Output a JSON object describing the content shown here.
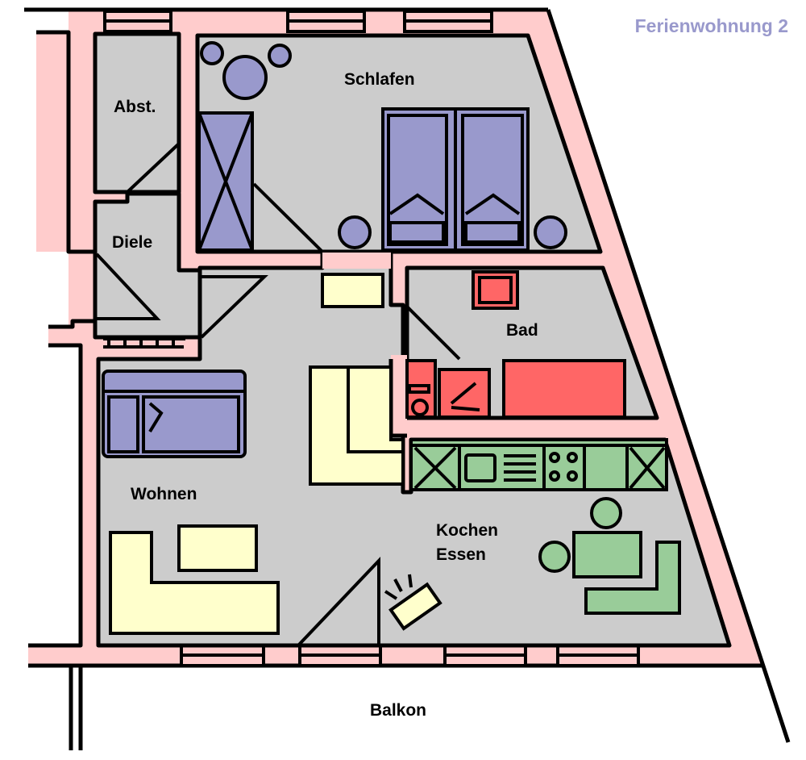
{
  "title": "Ferienwohnung 2",
  "rooms": {
    "abst": "Abst.",
    "diele": "Diele",
    "schlafen": "Schlafen",
    "bad": "Bad",
    "wohnen": "Wohnen",
    "kochen": "Kochen",
    "essen": "Essen",
    "balkon": "Balkon"
  },
  "colors": {
    "wall": "#ffcccc",
    "floor": "#cccccc",
    "bedroom_furniture": "#9999cc",
    "living_furniture": "#ffffcc",
    "bath_fixtures": "#ff6666",
    "kitchen_furniture": "#99cc99",
    "title": "#9999cc"
  }
}
